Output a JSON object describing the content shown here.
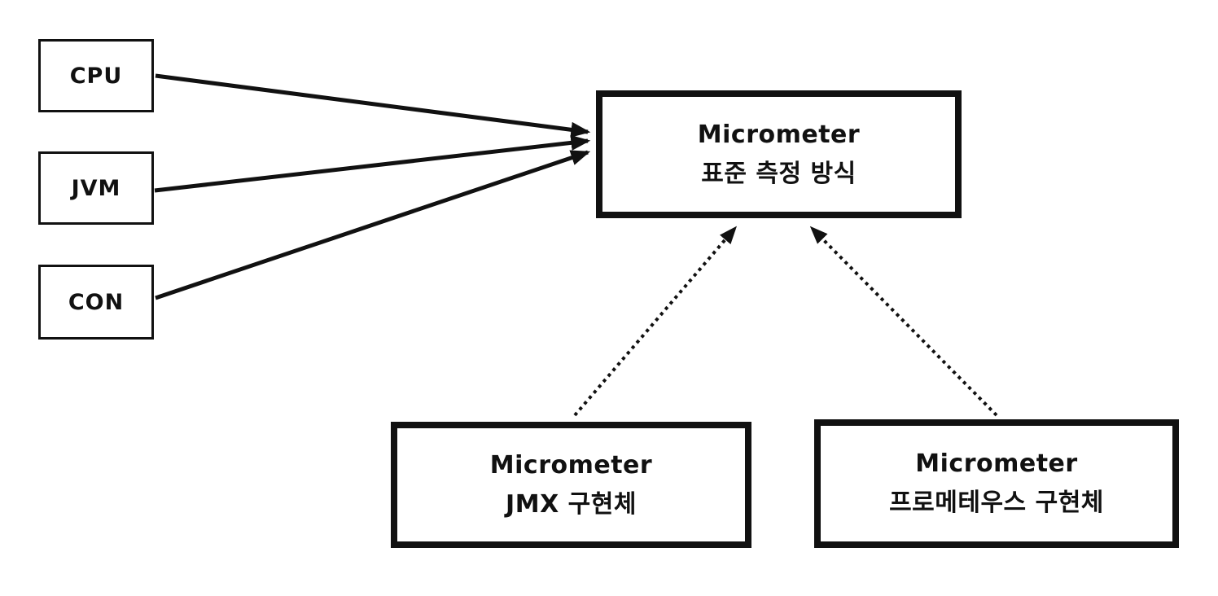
{
  "diagram": {
    "title": "Micrometer abstraction diagram",
    "colors": {
      "background": "#ffffff",
      "stroke": "#111111",
      "text": "#111111"
    },
    "nodes": {
      "cpu": {
        "label": "CPU"
      },
      "jvm": {
        "label": "JVM"
      },
      "con": {
        "label": "CON"
      },
      "micrometer_standard": {
        "line1": "Micrometer",
        "line2": "표준 측정 방식"
      },
      "micrometer_jmx": {
        "line1": "Micrometer",
        "line2": "JMX 구현체"
      },
      "micrometer_prometheus": {
        "line1": "Micrometer",
        "line2": "프로메테우스 구현체"
      }
    },
    "edges": [
      {
        "from": "cpu",
        "to": "micrometer_standard",
        "style": "solid",
        "arrow": "end"
      },
      {
        "from": "jvm",
        "to": "micrometer_standard",
        "style": "solid",
        "arrow": "end"
      },
      {
        "from": "con",
        "to": "micrometer_standard",
        "style": "solid",
        "arrow": "end"
      },
      {
        "from": "micrometer_jmx",
        "to": "micrometer_standard",
        "style": "dotted",
        "arrow": "end"
      },
      {
        "from": "micrometer_prometheus",
        "to": "micrometer_standard",
        "style": "dotted",
        "arrow": "end"
      }
    ]
  }
}
